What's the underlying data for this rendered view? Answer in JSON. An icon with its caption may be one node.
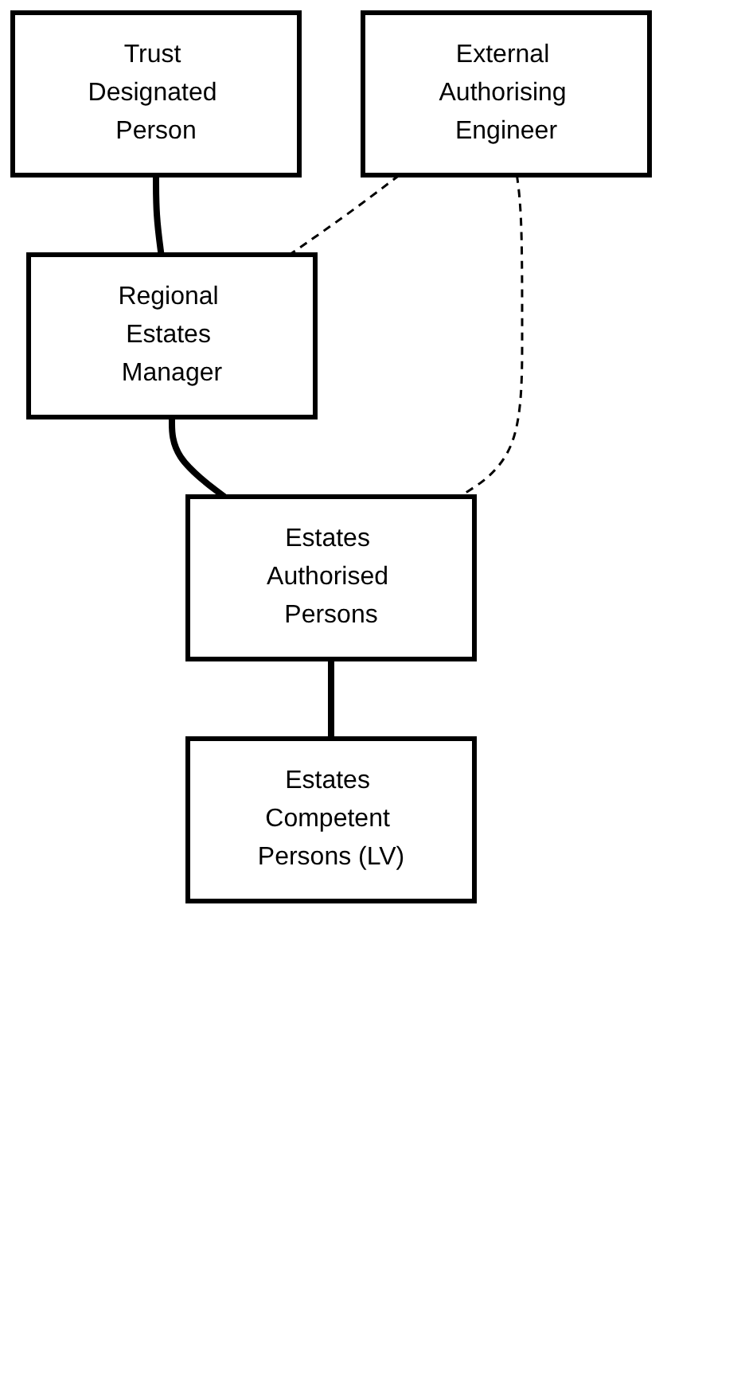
{
  "diagram": {
    "nodes": [
      {
        "text": [
          "Trust Designated Person"
        ]
      },
      {
        "text": [
          "Regional Estates Manager"
        ]
      },
      {
        "text": [
          "External Authorising Engineer"
        ]
      },
      {
        "text": [
          "Estates Authorised Persons"
        ]
      },
      {
        "text": [
          "Estates Competent Persons (LV)"
        ]
      }
    ],
    "edges": [
      {
        "from": 0,
        "to": 1,
        "arrow": "none"
      },
      {
        "from": 2,
        "to": 1,
        "arrow": "none",
        "style": "dashed"
      },
      {
        "from": 1,
        "to": 3,
        "arrow": "none"
      },
      {
        "from": 2,
        "to": 3,
        "arrow": "none",
        "style": "dashed"
      },
      {
        "from": 3,
        "to": 4,
        "arrow": "none"
      }
    ]
  }
}
